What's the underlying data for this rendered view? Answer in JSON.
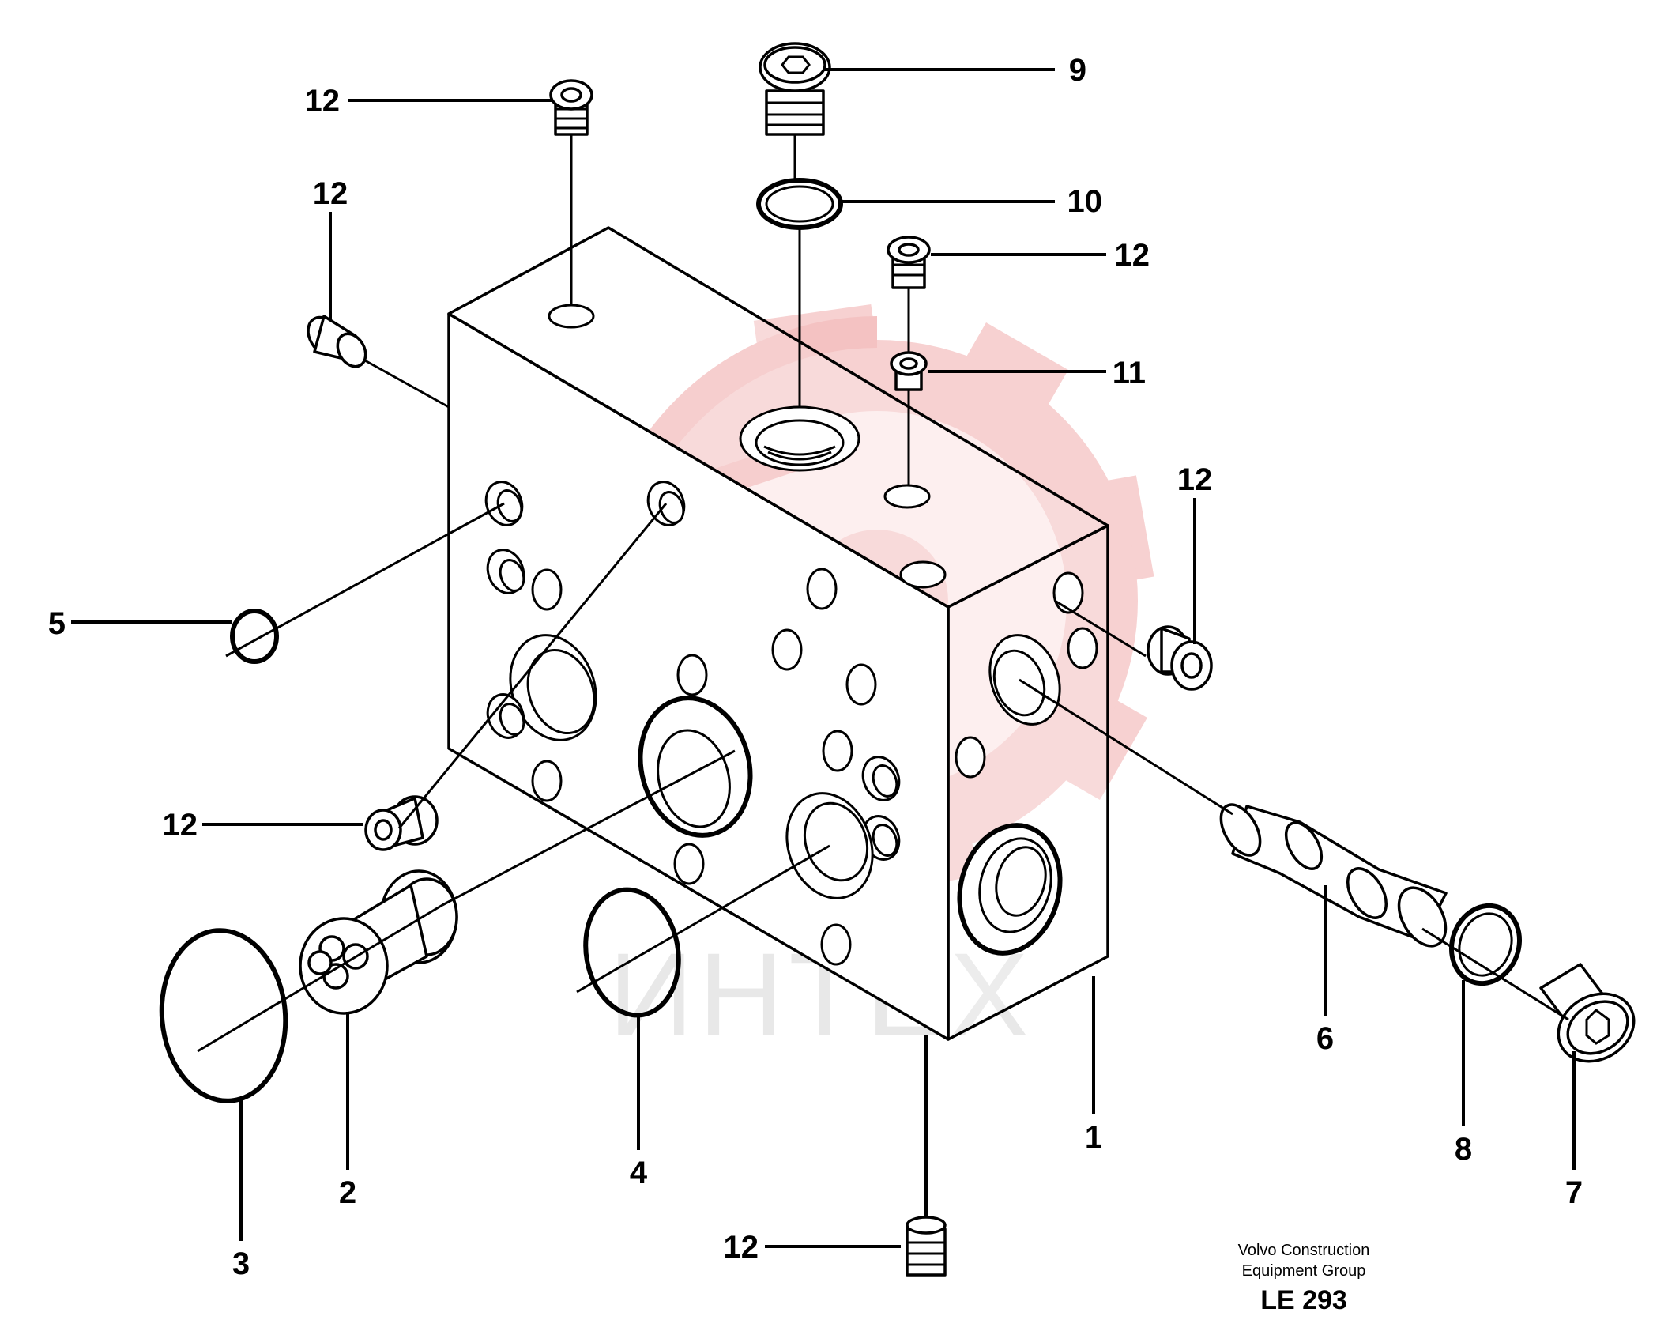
{
  "drawing": {
    "callouts": [
      {
        "id": "c1",
        "label": "1"
      },
      {
        "id": "c2",
        "label": "2"
      },
      {
        "id": "c3",
        "label": "3"
      },
      {
        "id": "c4",
        "label": "4"
      },
      {
        "id": "c5",
        "label": "5"
      },
      {
        "id": "c6",
        "label": "6"
      },
      {
        "id": "c7",
        "label": "7"
      },
      {
        "id": "c8",
        "label": "8"
      },
      {
        "id": "c9",
        "label": "9"
      },
      {
        "id": "c10",
        "label": "10"
      },
      {
        "id": "c11",
        "label": "11"
      },
      {
        "id": "c12a",
        "label": "12"
      },
      {
        "id": "c12b",
        "label": "12"
      },
      {
        "id": "c12c",
        "label": "12"
      },
      {
        "id": "c12d",
        "label": "12"
      },
      {
        "id": "c12e",
        "label": "12"
      },
      {
        "id": "c12f",
        "label": "12"
      }
    ],
    "footer": {
      "company_line1": "Volvo Construction",
      "company_line2": "Equipment Group",
      "drawing_code": "LE 293"
    },
    "watermark": {
      "text": "ИНТЕХ",
      "logo_color": "#f6c9c9",
      "text_color": "#e8e8e8"
    }
  }
}
